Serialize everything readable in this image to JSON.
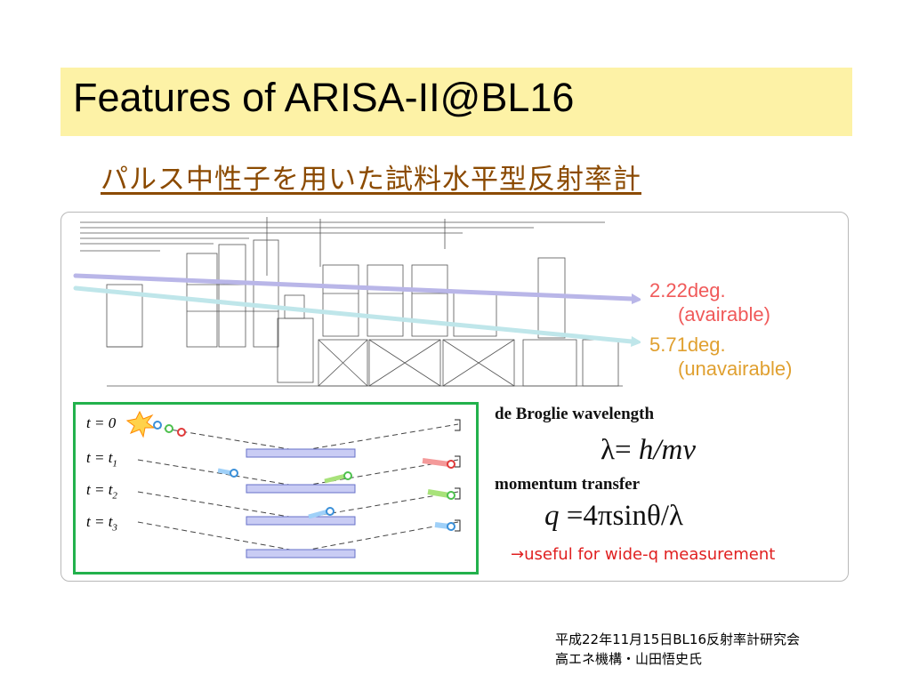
{
  "slide": {
    "title": "Features of ARISA-II@BL16",
    "subtitle": "パルス中性子を用いた試料水平型反射率計",
    "angles": {
      "a1_value": "2.22deg.",
      "a1_note": "(avairable)",
      "a2_value": "5.71deg.",
      "a2_note": "(unavairable)"
    },
    "tof": {
      "t0_prefix": "t = 0",
      "t_prefix": "t = t",
      "t1_sub": "1",
      "t2_sub": "2",
      "t3_sub": "3"
    },
    "physics": {
      "debroglie_heading": "de Broglie wavelength",
      "debroglie_formula_lambda": "λ",
      "debroglie_formula_eq": "= ",
      "debroglie_formula_rhs": "h/mv",
      "momentum_heading": "momentum transfer",
      "momentum_formula_q": "q",
      "momentum_formula_rhs": " =4πsinθ/λ",
      "useful_note": "→useful for wide-q measurement"
    },
    "footer": {
      "line1": "平成22年11月15日BL16反射率計研究会",
      "line2": "高エネ機構・山田悟史氏"
    },
    "colors": {
      "title_bg": "#fdf2a6",
      "subtitle": "#8b4a00",
      "beam1": "#b9b6e8",
      "beam2": "#bfe6ea",
      "angle1_text": "#f05a5a",
      "angle2_text": "#e0a030",
      "tof_border": "#22b14c",
      "useful_text": "#e02020"
    }
  }
}
